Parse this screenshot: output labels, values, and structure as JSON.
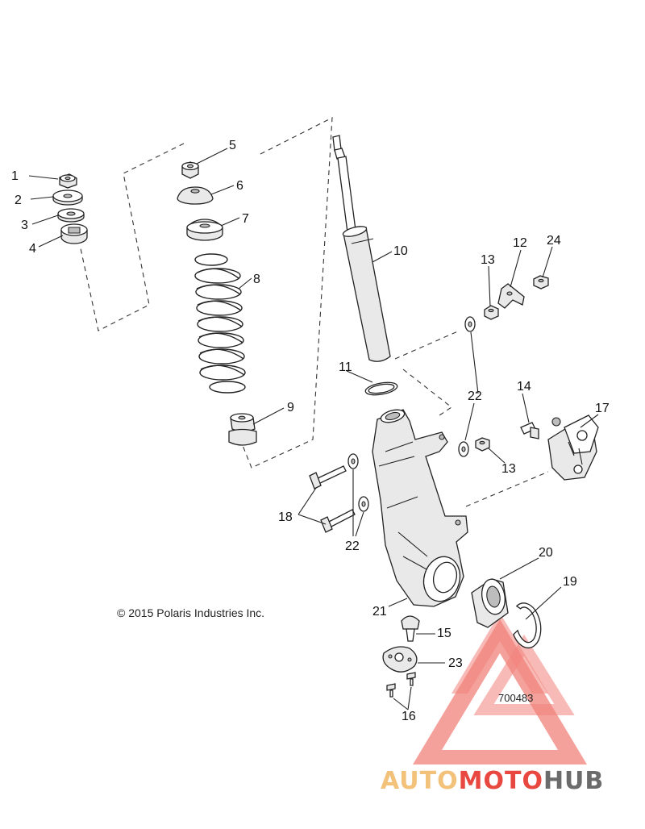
{
  "copyright": "© 2015 Polaris Industries Inc.",
  "diagram_code": "700483",
  "callouts": [
    "1",
    "2",
    "3",
    "4",
    "5",
    "6",
    "7",
    "8",
    "9",
    "10",
    "11",
    "12",
    "13",
    "24",
    "22",
    "14",
    "17",
    "13",
    "18",
    "22",
    "20",
    "19",
    "21",
    "15",
    "23",
    "16"
  ],
  "watermark": {
    "part1": "AUTO",
    "part2": "MOTO",
    "part3": "HUB",
    "colors": {
      "auto": "#f3c27a",
      "moto": "#e8483f",
      "hub": "#6b6b6b",
      "logo": "#ee6b63"
    }
  }
}
